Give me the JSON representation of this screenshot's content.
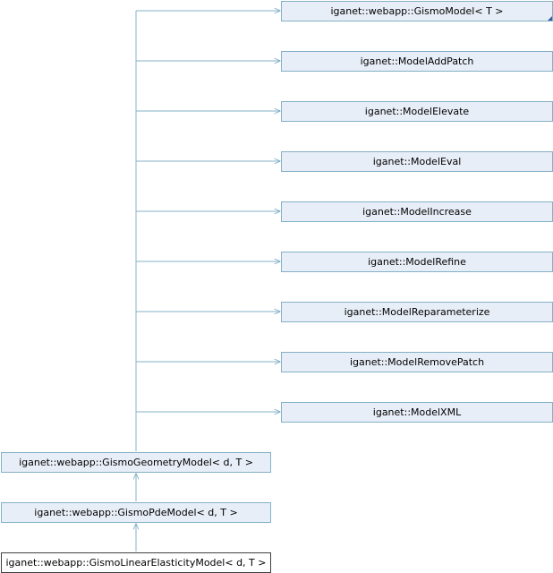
{
  "diagram": {
    "nodes": {
      "gismo_model": {
        "label": "iganet::webapp::GismoModel< T >"
      },
      "model_add_patch": {
        "label": "iganet::ModelAddPatch"
      },
      "model_elevate": {
        "label": "iganet::ModelElevate"
      },
      "model_eval": {
        "label": "iganet::ModelEval"
      },
      "model_increase": {
        "label": "iganet::ModelIncrease"
      },
      "model_refine": {
        "label": "iganet::ModelRefine"
      },
      "model_reparameterize": {
        "label": "iganet::ModelReparameterize"
      },
      "model_remove_patch": {
        "label": "iganet::ModelRemovePatch"
      },
      "model_xml": {
        "label": "iganet::ModelXML"
      },
      "gismo_geometry_model": {
        "label": "iganet::webapp::GismoGeometryModel< d, T >"
      },
      "gismo_pde_model": {
        "label": "iganet::webapp::GismoPdeModel< d, T >"
      },
      "gismo_linear_elasticity_model": {
        "label": "iganet::webapp::GismoLinearElasticityModel< d, T >"
      }
    },
    "colors": {
      "node_fill": "#e8eef7",
      "node_border": "#84b0c7",
      "edge": "#84b0c7",
      "current_border": "#404040"
    }
  }
}
